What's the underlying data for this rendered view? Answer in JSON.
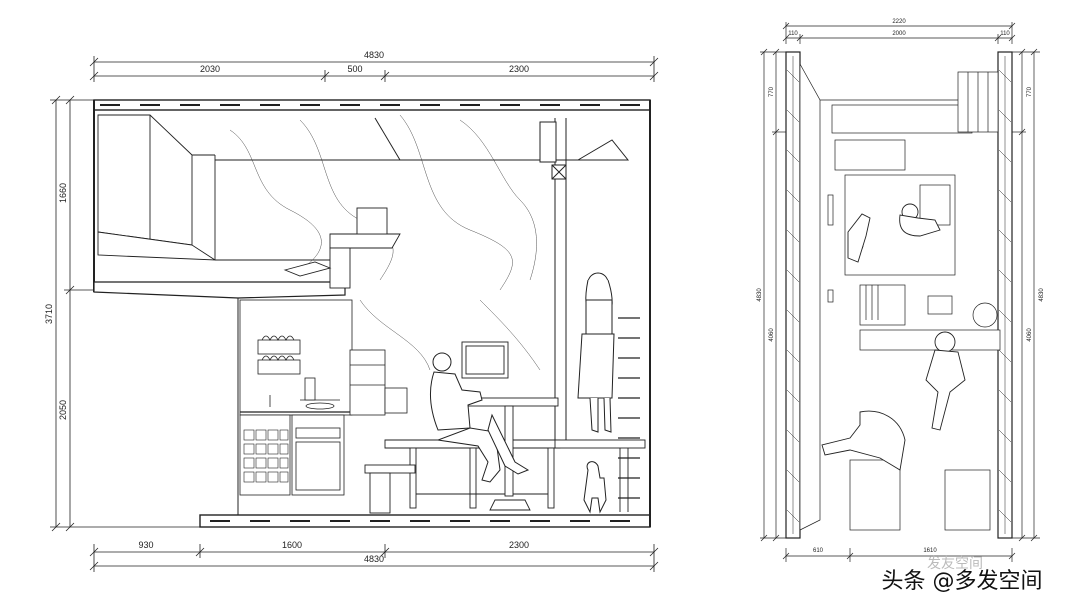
{
  "section": {
    "top_total": "4830",
    "top_segments": [
      "2030",
      "500",
      "2300"
    ],
    "bottom_segments": [
      "930",
      "1600",
      "2300"
    ],
    "bottom_total": "4830",
    "left_total": "3710",
    "left_upper": "1660",
    "left_lower": "2050"
  },
  "plan": {
    "top_total": "2220",
    "top_segments": [
      "110",
      "2000",
      "110"
    ],
    "left_total": "4830",
    "left_upper": "770",
    "left_lower": "4060",
    "right_total": "4830",
    "right_upper": "770",
    "right_lower": "4060",
    "bottom_segments": [
      "610",
      "1610"
    ]
  },
  "watermark": {
    "faint": "发友空间",
    "main": "头条 @多发空间"
  }
}
